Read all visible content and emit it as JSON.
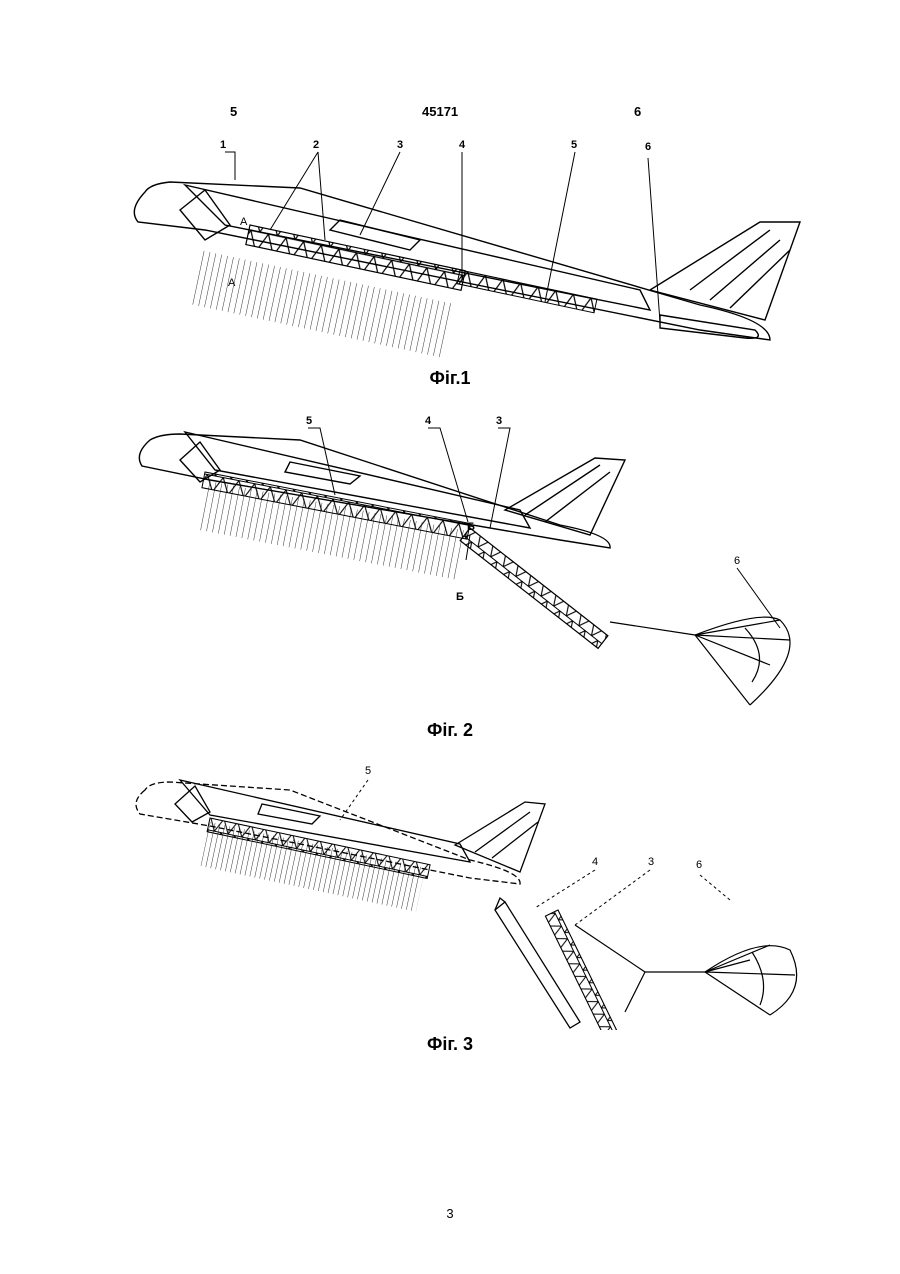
{
  "header": {
    "left": "5",
    "center": "45171",
    "right": "6"
  },
  "figures": [
    {
      "caption": "Фіг.1",
      "callouts": [
        "1",
        "2",
        "3",
        "4",
        "5",
        "6"
      ],
      "section_marks": [
        "A",
        "A"
      ]
    },
    {
      "caption": "Фіг. 2",
      "callouts": [
        "5",
        "4",
        "3",
        "6"
      ],
      "section_marks": [
        "Б",
        "Б"
      ]
    },
    {
      "caption": "Фіг. 3",
      "callouts": [
        "5",
        "4",
        "3",
        "6"
      ]
    }
  ],
  "page_number": "3"
}
